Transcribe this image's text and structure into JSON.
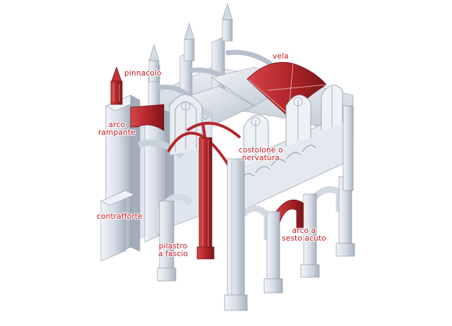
{
  "diagram": {
    "labels": {
      "pinnacolo": "pinnacolo",
      "vela": "vela",
      "arco_rampante": [
        "arco",
        "rampante"
      ],
      "costolone": [
        "costolone o",
        "nervatura"
      ],
      "contrafforte": "contrafforte",
      "pilastro": [
        "pilastro",
        "a fascio"
      ],
      "arco_sesto_acuto": [
        "arco a",
        "sesto acuto"
      ]
    },
    "colors": {
      "highlight": "#b3262b",
      "label_text": "#c8161d",
      "stone_light": "#e4e9ef",
      "stone_mid": "#c4ccd6",
      "stone_dark": "#9aa5b2",
      "background": "#ffffff"
    }
  }
}
